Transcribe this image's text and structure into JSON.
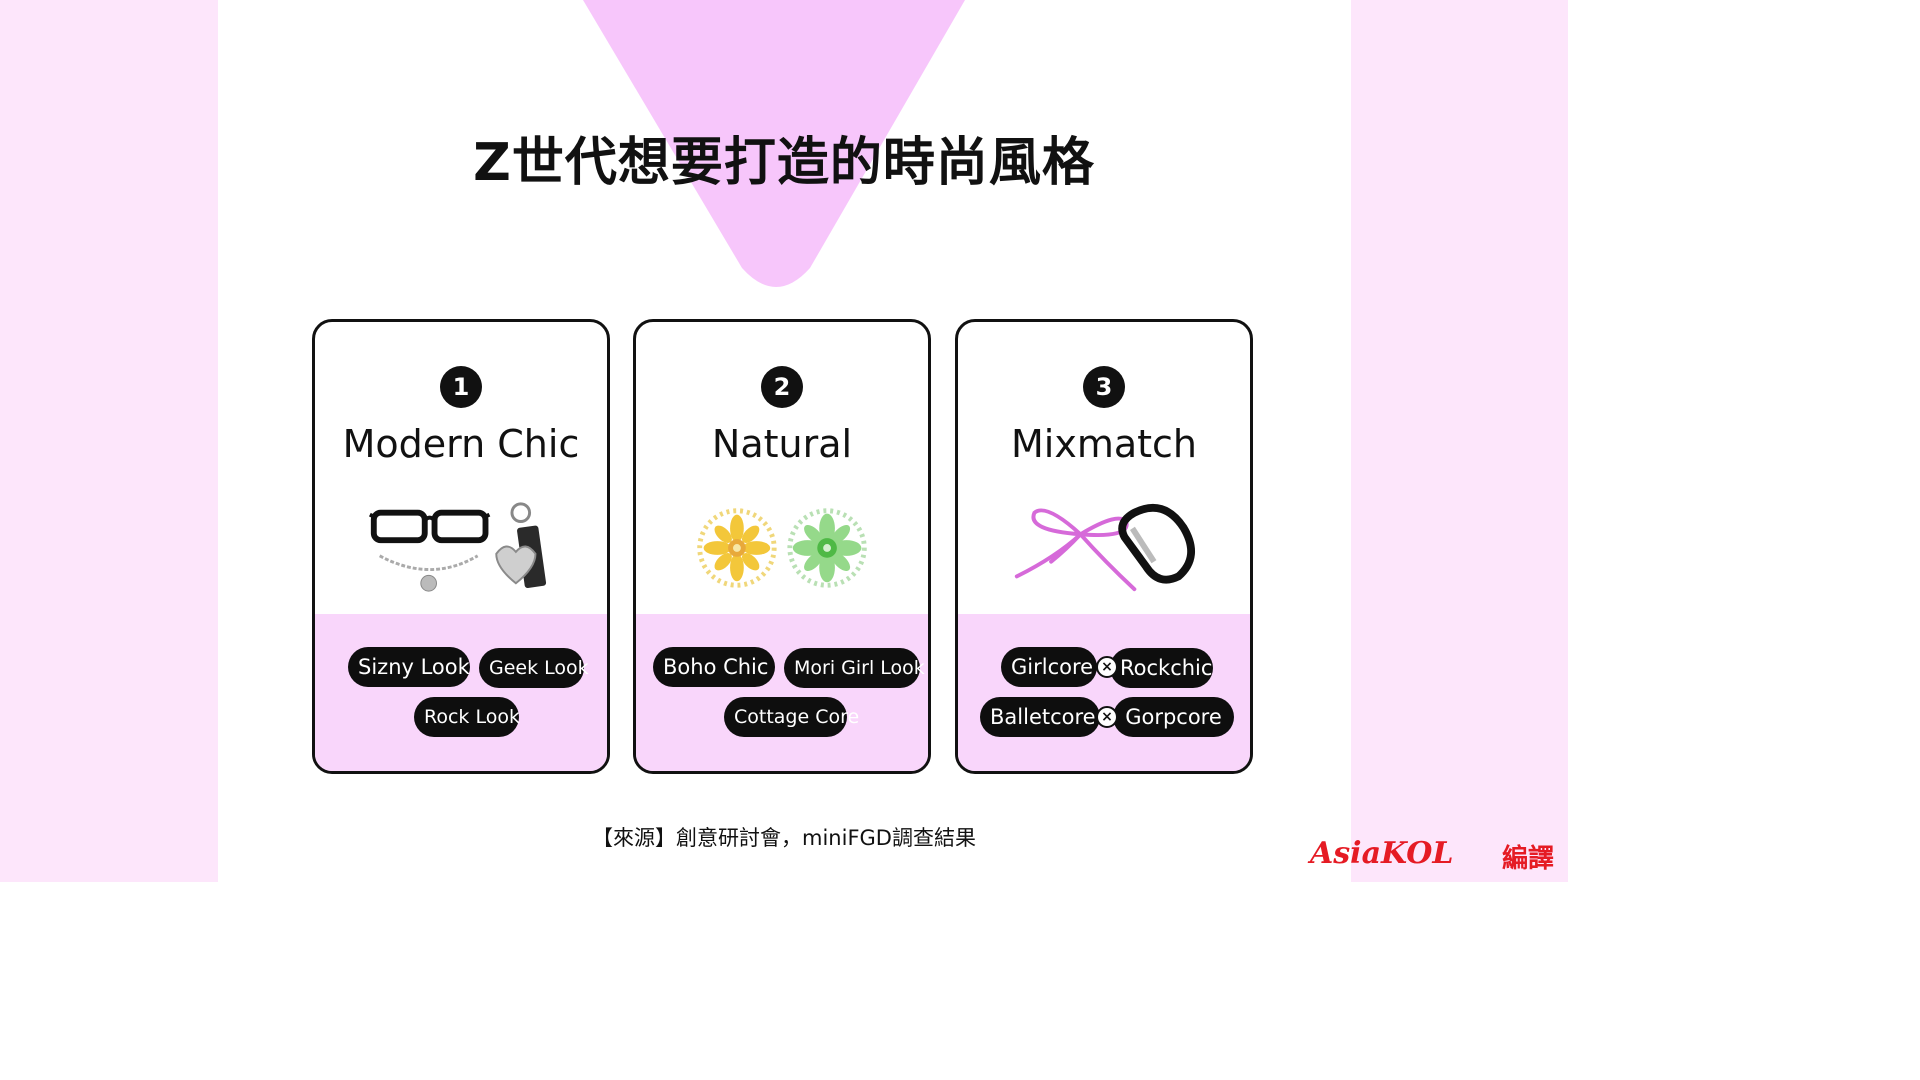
{
  "title": "Z世代想要打造的時尚風格",
  "colors": {
    "accent_pink": "#f7c6fb",
    "side_bg": "#fde6fb",
    "card_lower": "#f9d6fb",
    "tag_bg": "#0e0e0e",
    "logo_red": "#e51b24"
  },
  "cards": [
    {
      "number": "1",
      "title": "Modern Chic",
      "illustration": [
        "glasses-icon",
        "chain-necklace-icon",
        "heart-keychain-icon"
      ],
      "tags": [
        "Sizny Look",
        "Geek Look",
        "Rock Look"
      ]
    },
    {
      "number": "2",
      "title": "Natural",
      "illustration": [
        "yellow-flower-pattern-icon",
        "green-flower-pattern-icon"
      ],
      "tags": [
        "Boho Chic",
        "Mori Girl Look",
        "Cottage Core"
      ]
    },
    {
      "number": "3",
      "title": "Mixmatch",
      "illustration": [
        "pink-ribbon-bow-icon",
        "carabiner-icon"
      ],
      "tags": [
        "Girlcore",
        "Rockchic",
        "Balletcore",
        "Gorpcore"
      ],
      "cross_symbol": "×"
    }
  ],
  "source": "【來源】創意研討會，miniFGD調查結果",
  "logo": {
    "brand": "AsiaKOL",
    "suffix": "編譯"
  }
}
